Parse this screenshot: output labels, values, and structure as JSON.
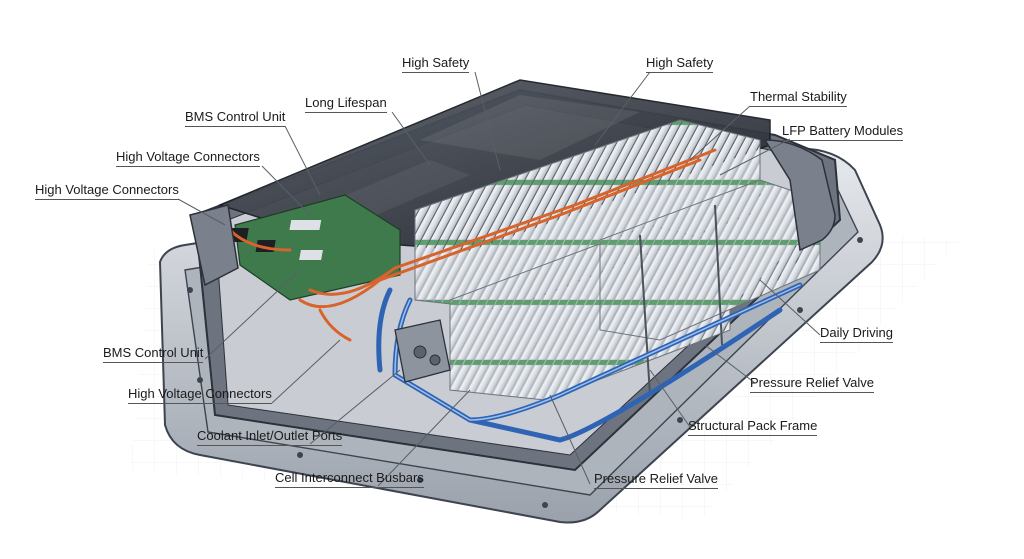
{
  "diagram": {
    "labels": {
      "high_safety_left": "High Safety",
      "high_safety_right": "High Safety",
      "long_lifespan": "Long Lifespan",
      "thermal_stability": "Thermal Stability",
      "bms_control_unit_top": "BMS Control Unit",
      "lfp_battery_modules": "LFP Battery Modules",
      "high_voltage_connectors_1": "High Voltage Connectors",
      "high_voltage_connectors_2": "High Voltage Connectors",
      "daily_driving": "Daily Driving",
      "bms_control_unit_bottom": "BMS Control Unit",
      "pressure_relief_valve_right": "Pressure Relief Valve",
      "high_voltage_connectors_3": "High Voltage Connectors",
      "structural_pack_frame": "Structural Pack Frame",
      "coolant_ports": "Coolant Inlet/Outlet Ports",
      "cell_interconnect_busbars": "Cell Interconnect Busbars",
      "pressure_relief_valve_bottom": "Pressure Relief Valve"
    },
    "colors": {
      "frame": "#3d4450",
      "frame_light": "#c7cbd2",
      "cell_body": "#e9ecef",
      "cell_top": "#5f9e6e",
      "pcb": "#3f7a4d",
      "coolant_pipe": "#2f64b5",
      "cable": "#d8632b"
    }
  }
}
